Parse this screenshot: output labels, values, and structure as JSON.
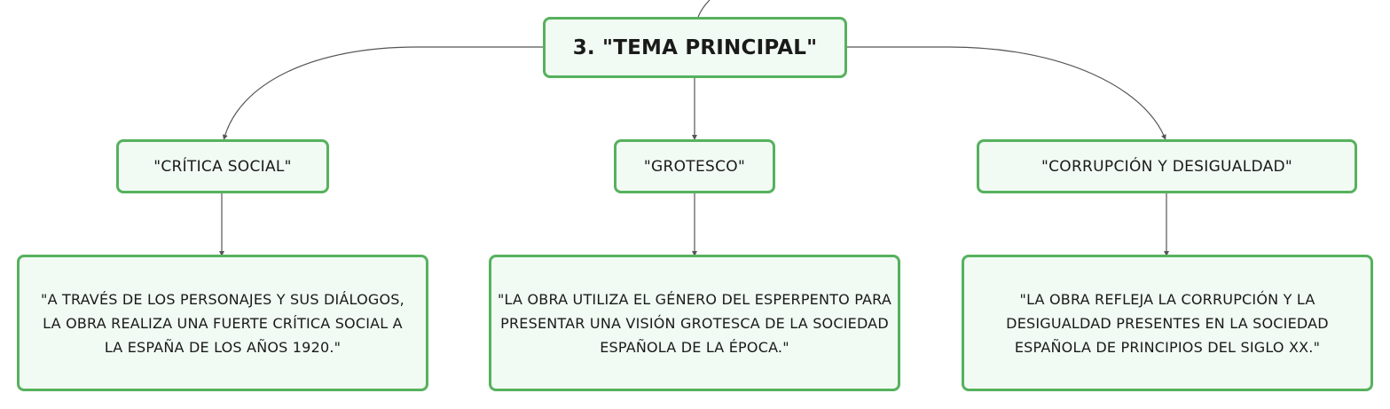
{
  "diagram": {
    "root": {
      "label": "3. \"TEMA PRINCIPAL\""
    },
    "branches": [
      {
        "topic": "\"CRÍTICA SOCIAL\"",
        "detail": "\"A TRAVÉS DE LOS PERSONAJES Y SUS DIÁLOGOS, LA OBRA REALIZA UNA FUERTE CRÍTICA SOCIAL A LA ESPAÑA DE LOS AÑOS 1920.\""
      },
      {
        "topic": "\"GROTESCO\"",
        "detail": "\"LA OBRA UTILIZA EL GÉNERO DEL ESPERPENTO PARA PRESENTAR UNA VISIÓN GROTESCA DE LA SOCIEDAD ESPAÑOLA DE LA ÉPOCA.\""
      },
      {
        "topic": "\"CORRUPCIÓN Y DESIGUALDAD\"",
        "detail": "\"LA OBRA REFLEJA LA CORRUPCIÓN Y LA DESIGUALDAD PRESENTES EN LA SOCIEDAD ESPAÑOLA DE PRINCIPIOS DEL SIGLO XX.\""
      }
    ],
    "colors": {
      "node_border": "#56b15e",
      "node_fill": "#f1faf3",
      "connector": "#555555"
    }
  }
}
